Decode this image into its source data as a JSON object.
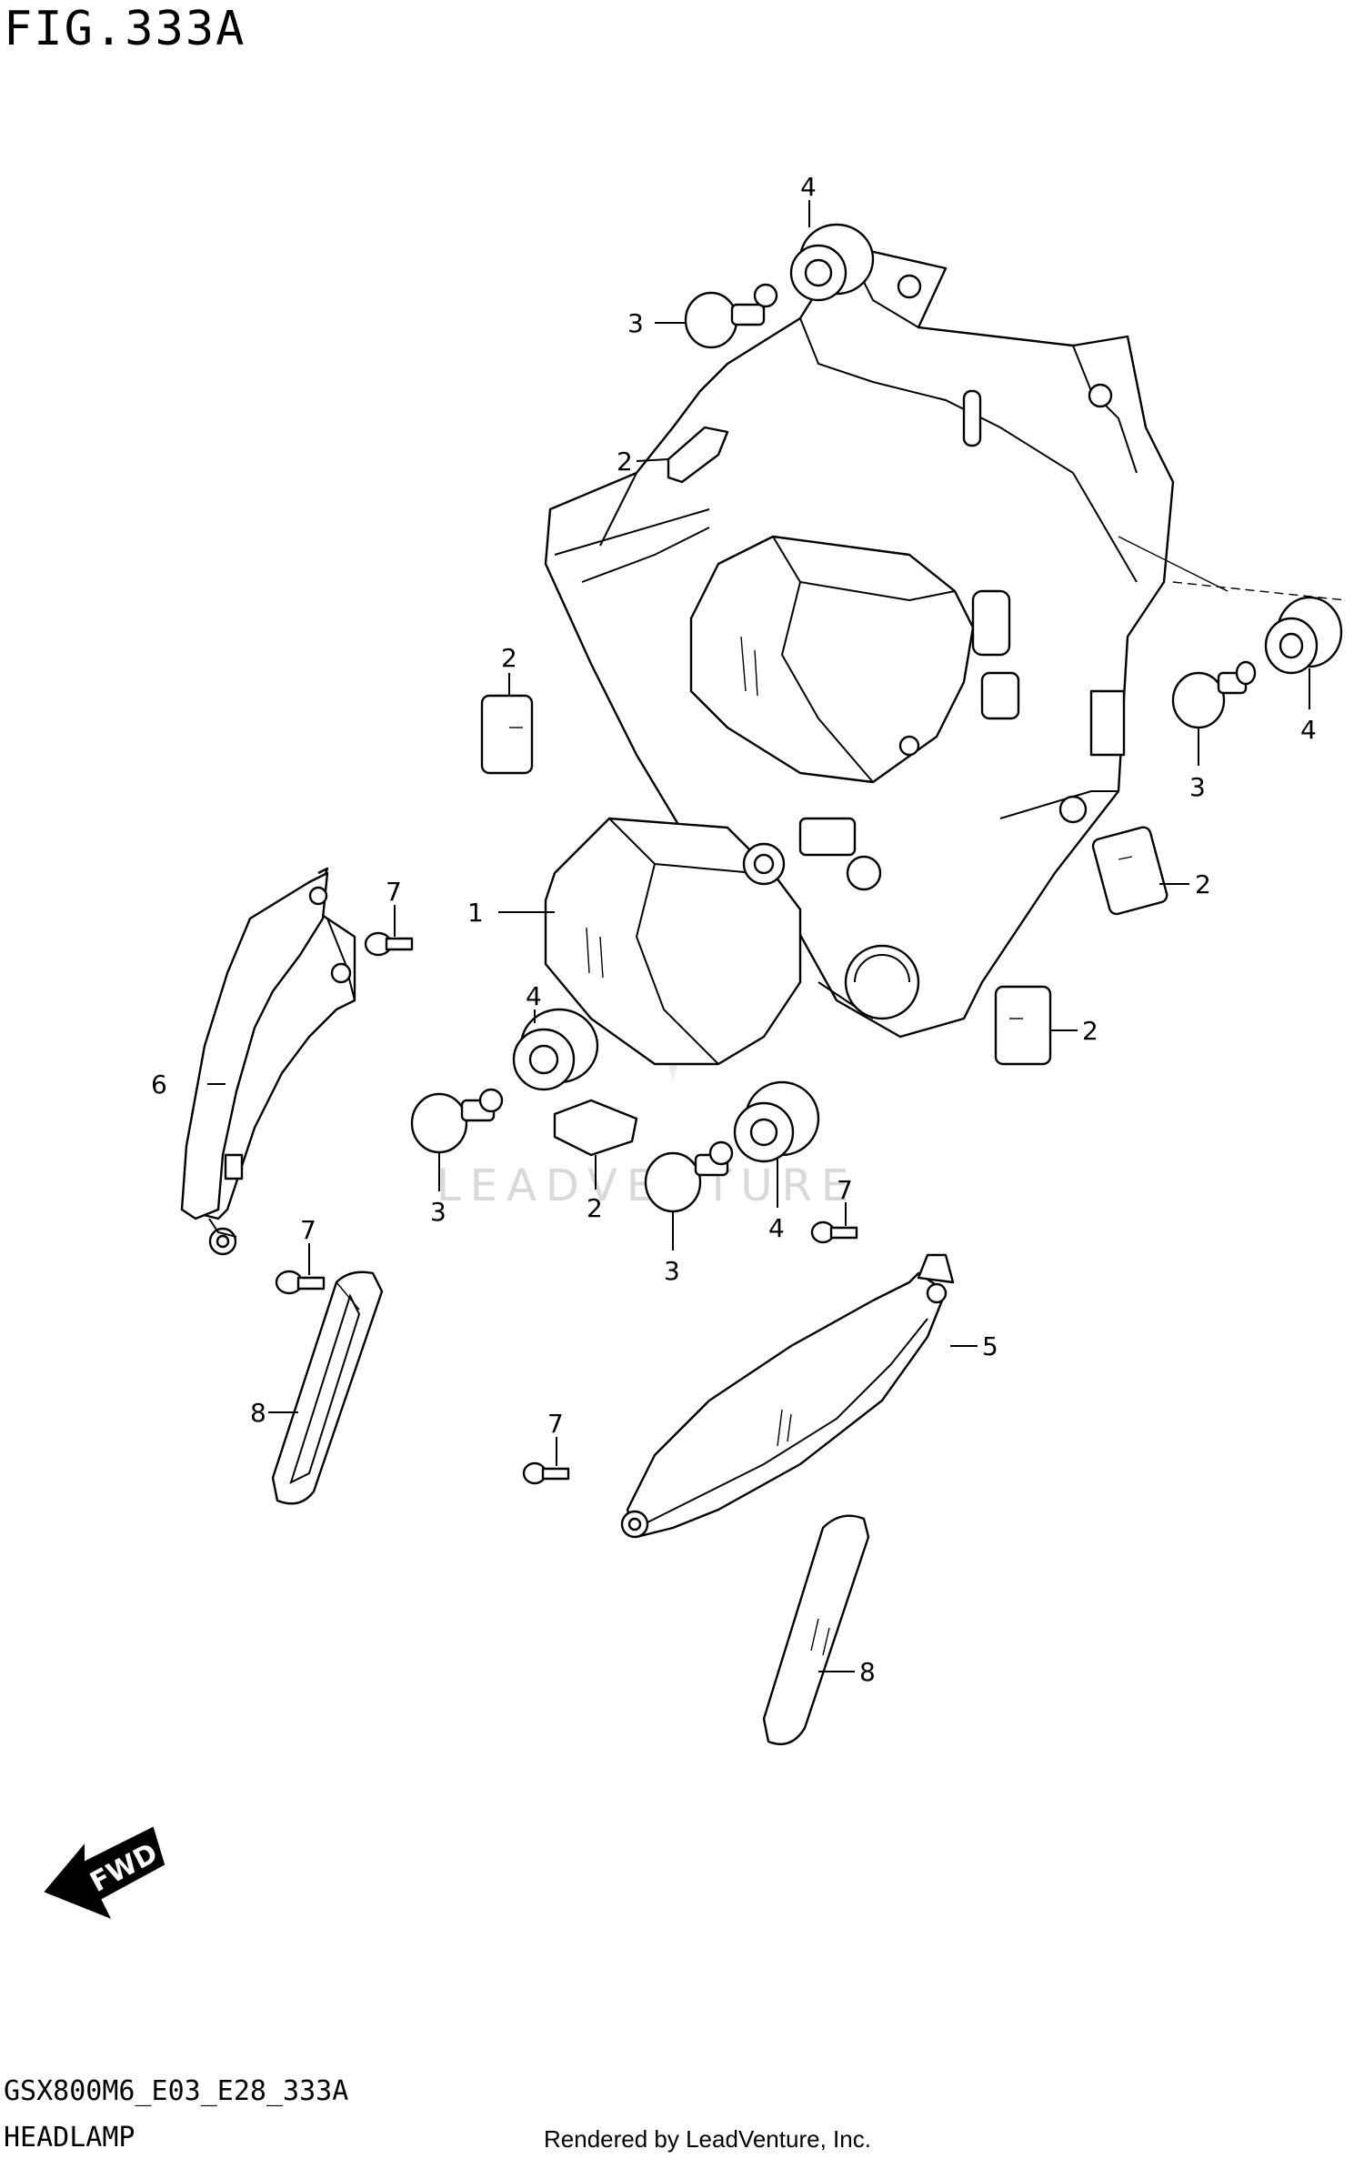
{
  "figure_title": "FIG.333A",
  "model_code": "GSX800M6_E03_E28_333A",
  "section_name": "HEADLAMP",
  "credit": "Rendered by LeadVenture, Inc.",
  "watermark": "LEADVENTURE",
  "fwd_label": "FWD",
  "callouts": {
    "c1": "1",
    "c2a": "2",
    "c2b": "2",
    "c2c": "2",
    "c2d": "2",
    "c2e": "2",
    "c3a": "3",
    "c3b": "3",
    "c3c": "3",
    "c3d": "3",
    "c4a": "4",
    "c4b": "4",
    "c4c": "4",
    "c4d": "4",
    "c5": "5",
    "c6": "6",
    "c7a": "7",
    "c7b": "7",
    "c7c": "7",
    "c7d": "7",
    "c8a": "8",
    "c8b": "8"
  }
}
